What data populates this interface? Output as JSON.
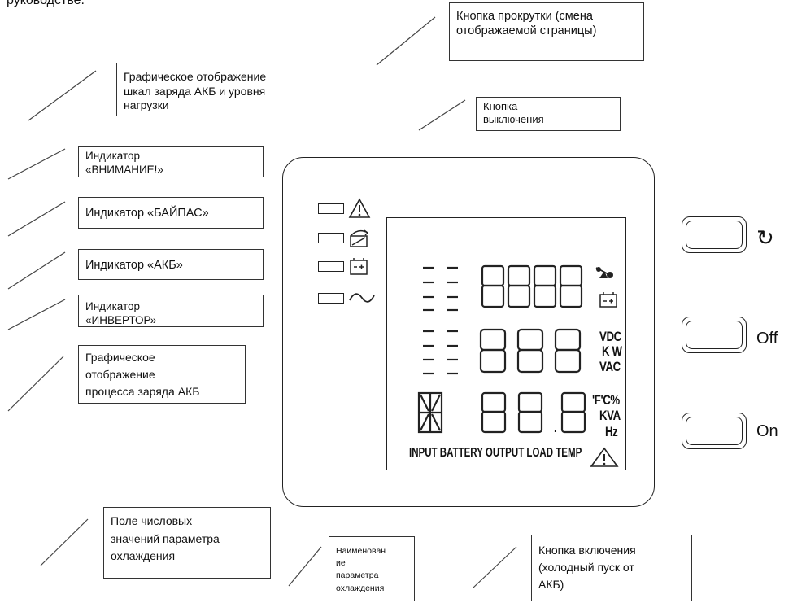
{
  "intro_fragment": "руководстве.",
  "callouts": {
    "scroll_button": "Кнопка прокрутки (смена\nотображаемой страницы)",
    "graph_scales": "Графическое отображение\nшкал   заряда АКБ и уровня\nнагрузки",
    "off_button": "Кнопка\nвыключения",
    "warning_indicator": "Индикатор\n«ВНИМАНИЕ!»",
    "bypass_indicator": "Индикатор «БАЙПАС»",
    "battery_indicator": "Индикатор «АКБ»",
    "inverter_indicator": "Индикатор\n«ИНВЕРТОР»",
    "charge_process": "Графическое\nотображение\nпроцесса заряда АКБ",
    "cooling_value_field": "Поле числовых\nзначений параметра\nохлаждения",
    "cooling_param_name": "Наименован\nие\nпараметра\nохлаждения",
    "on_button": "Кнопка включения\n(холодный пуск от\nАКБ)"
  },
  "lcd": {
    "units_row2": [
      "VDC",
      "K W",
      "VAC"
    ],
    "units_row3": [
      "'F'C%",
      "KVA",
      "Hz"
    ],
    "decimal_point": ".",
    "bottom_labels": "INPUT BATTERY OUTPUT LOAD TEMP"
  },
  "buttons": {
    "scroll_symbol": "↻",
    "off_label": "Off",
    "on_label": "On"
  }
}
